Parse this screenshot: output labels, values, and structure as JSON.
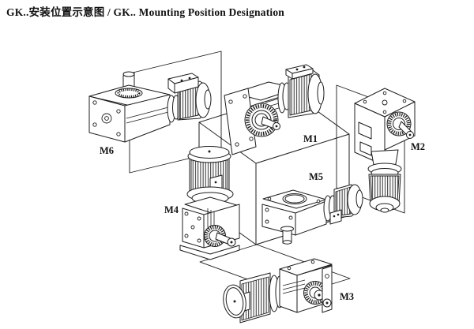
{
  "page_title": "GK..安装位置示意图 / GK.. Mounting Position Designation",
  "diagram": {
    "units": [
      {
        "id": "M1",
        "label": "M1"
      },
      {
        "id": "M2",
        "label": "M2"
      },
      {
        "id": "M3",
        "label": "M3"
      },
      {
        "id": "M4",
        "label": "M4"
      },
      {
        "id": "M5",
        "label": "M5"
      },
      {
        "id": "M6",
        "label": "M6"
      }
    ]
  },
  "colors": {
    "ink": "#1c1c1c",
    "background": "#ffffff"
  }
}
